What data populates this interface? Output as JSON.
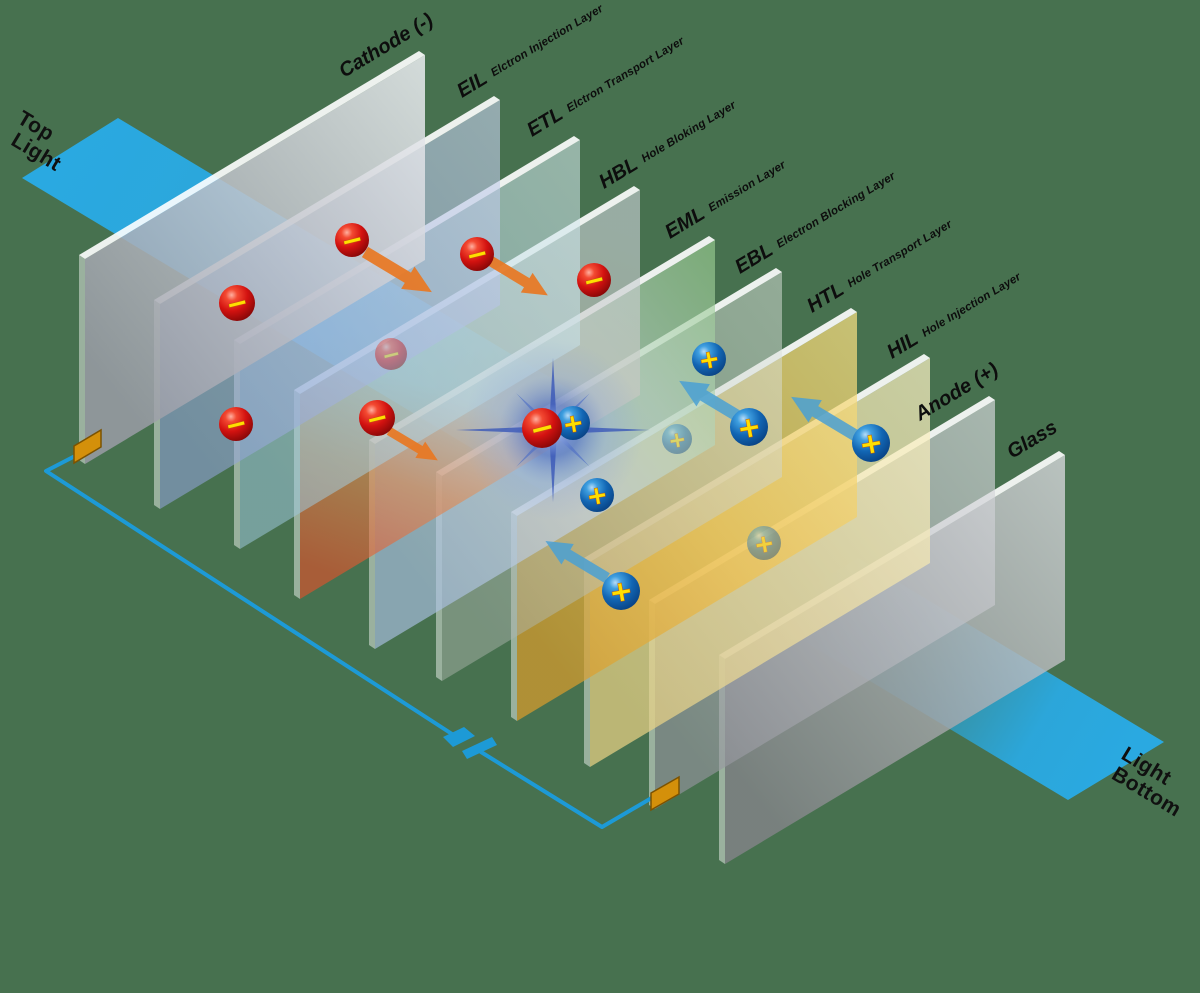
{
  "scene": {
    "background_color": "#47714f"
  },
  "lights": {
    "beam_color": "#2aa9e1",
    "top": {
      "line1": "Top",
      "line2": "Light"
    },
    "bottom": {
      "line1": "Light",
      "line2": "Bottom"
    }
  },
  "layers": [
    {
      "id": "cathode",
      "label": "Cathode (-)",
      "sublabel": "",
      "face_color": "#c9c9cf"
    },
    {
      "id": "eil",
      "label": "EIL",
      "sublabel": "Elctron Injection Layer",
      "face_color": "#a9b6dc"
    },
    {
      "id": "etl",
      "label": "ETL",
      "sublabel": "Elctron Transport Layer",
      "face_color": "#bfdde8"
    },
    {
      "id": "hbl",
      "label": "HBL",
      "sublabel": "Hole Bloking Layer",
      "face_color": "#cdccc4"
    },
    {
      "id": "eml",
      "label": "EML",
      "sublabel": "Emission Layer",
      "face_color": "#b7d6c0"
    },
    {
      "id": "ebl",
      "label": "EBL",
      "sublabel": "Electron Blocking Layer",
      "face_color": "#ccd4cc"
    },
    {
      "id": "htl",
      "label": "HTL",
      "sublabel": "Hole Transport Layer",
      "face_color": "#edc558"
    },
    {
      "id": "hil",
      "label": "HIL",
      "sublabel": "Hole Injection Layer",
      "face_color": "#f5e8ae"
    },
    {
      "id": "anode",
      "label": "Anode (+)",
      "sublabel": "",
      "face_color": "#b9b9c0"
    },
    {
      "id": "glass",
      "label": "Glass",
      "sublabel": "",
      "face_color": "#b3b3b9"
    }
  ],
  "particles": {
    "electron_symbol": "−",
    "electron_color": "#cf1310",
    "hole_symbol": "+",
    "hole_color": "#1c7cc9",
    "symbol_color": "#ffdf00"
  },
  "circuit": {
    "wire_color": "#1d9ad6",
    "contact_pad_color": "#d4900a",
    "electron_arrow_color": "#e87722",
    "hole_arrow_color": "#4aa0d4"
  }
}
